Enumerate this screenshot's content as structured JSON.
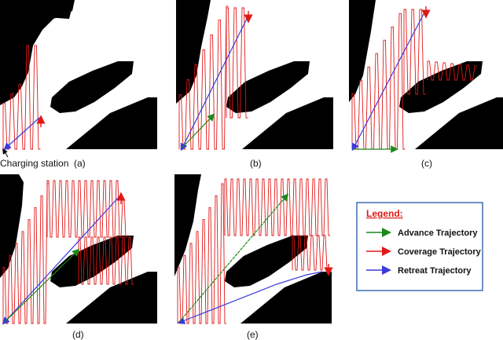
{
  "panels": [
    {
      "label": "(a)"
    },
    {
      "label": "(b)"
    },
    {
      "label": "(c)"
    },
    {
      "label": "(d)"
    },
    {
      "label": "(e)"
    }
  ],
  "annotation": {
    "charging_station": "Charging station"
  },
  "legend": {
    "title": "Legend:",
    "items": [
      {
        "label": "Advance Trajectory",
        "color": "#1a8a1a"
      },
      {
        "label": "Coverage Trajectory",
        "color": "#e01818"
      },
      {
        "label": "Retreat Trajectory",
        "color": "#3b3bdc"
      }
    ]
  },
  "colors": {
    "obstacle": "#000000",
    "coverage": "#e01818",
    "retreat": "#3b3bdc",
    "advance": "#1a8a1a",
    "legend_border": "#3c6eb4"
  }
}
